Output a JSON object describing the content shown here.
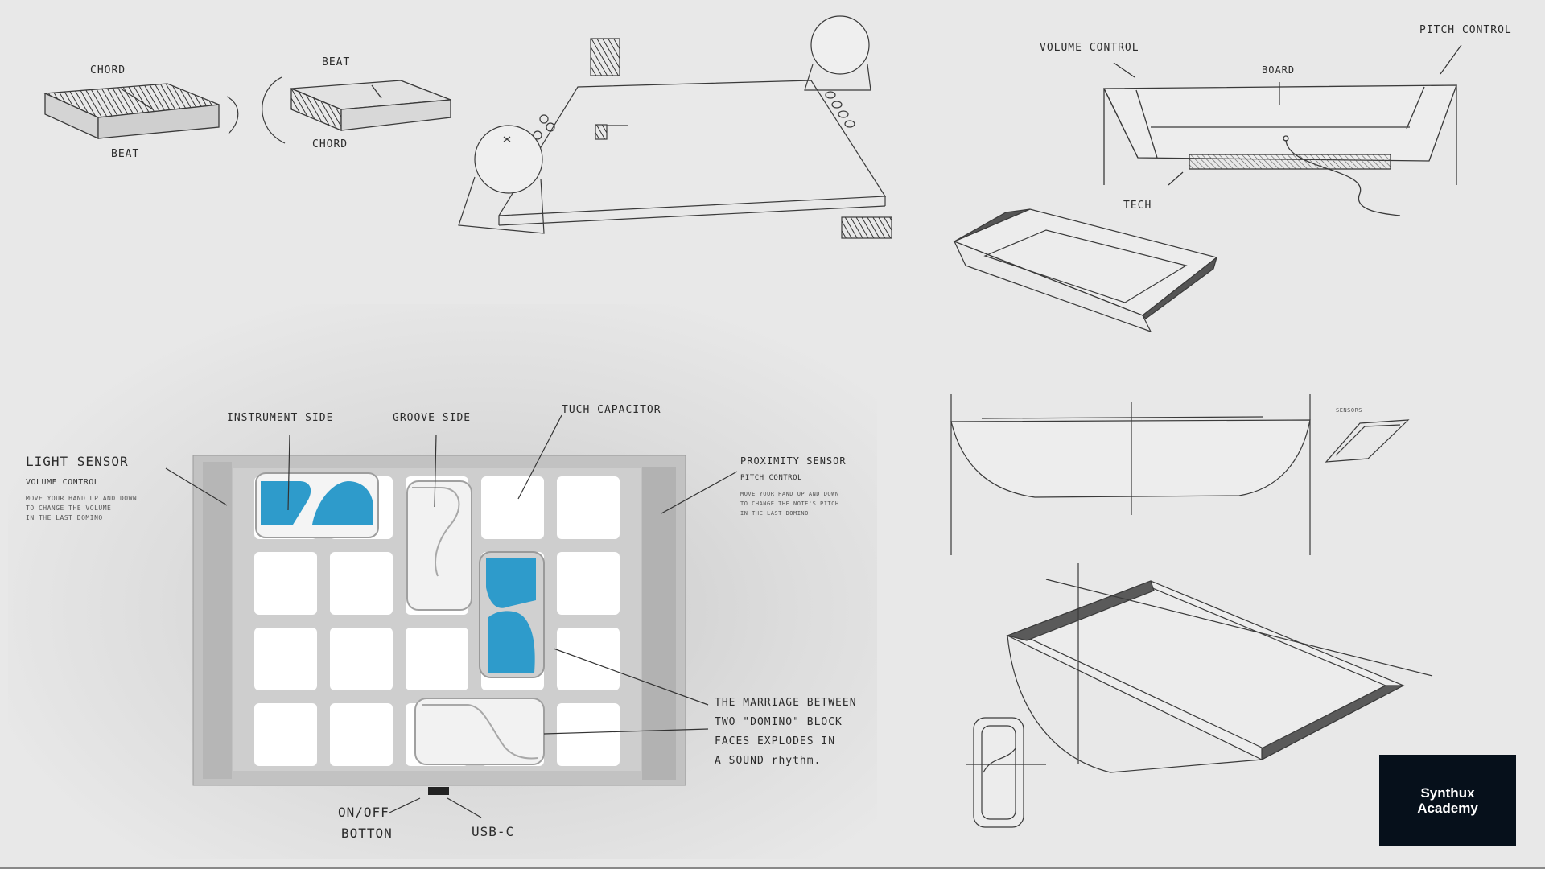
{
  "sketch_top_left": {
    "chord_top": "CHORD",
    "beat_bottom": "BEAT",
    "beat_top": "BEAT",
    "chord_bottom": "CHORD"
  },
  "sketch_top_right": {
    "volume_control": "VOLUME CONTROL",
    "pitch_control": "PITCH CONTROL",
    "board": "BOARD",
    "tech": "TECH"
  },
  "sketch_mid_right": {
    "sensors": "SENSORS"
  },
  "render": {
    "instrument_side": "INSTRUMENT SIDE",
    "groove_side": "GROOVE SIDE",
    "touch_capacitor": "TUCH CAPACITOR",
    "light_sensor": "LIGHT SENSOR",
    "light_volume": "VOLUME CONTROL",
    "light_desc": "MOVE YOUR HAND UP AND DOWN\nTO CHANGE THE VOLUME\nIN THE LAST DOMINO",
    "proximity_sensor": "PROXIMITY SENSOR",
    "proximity_pitch": "PITCH CONTROL",
    "proximity_desc": "MOVE YOUR HAND UP AND DOWN\nTO CHANGE THE NOTE'S PITCH\nIN THE LAST DOMINO",
    "marriage_line1": "THE MARRIAGE BETWEEN",
    "marriage_line2": "TWO \"DOMINO\" BLOCK",
    "marriage_line3": "FACES EXPLODES IN",
    "marriage_line4": "A SOUND rhythm.",
    "onoff_line1": "ON/OFF",
    "onoff_line2": "BOTTON",
    "usbc": "USB-C"
  },
  "logo": {
    "line1": "Synthux",
    "line2": "Academy"
  },
  "colors": {
    "background": "#e8e8e8",
    "accent_blue": "#2e9bcb",
    "pencil": "#3a3a3a",
    "tray": "#bcbcbc",
    "logo_bg": "#06101b"
  }
}
